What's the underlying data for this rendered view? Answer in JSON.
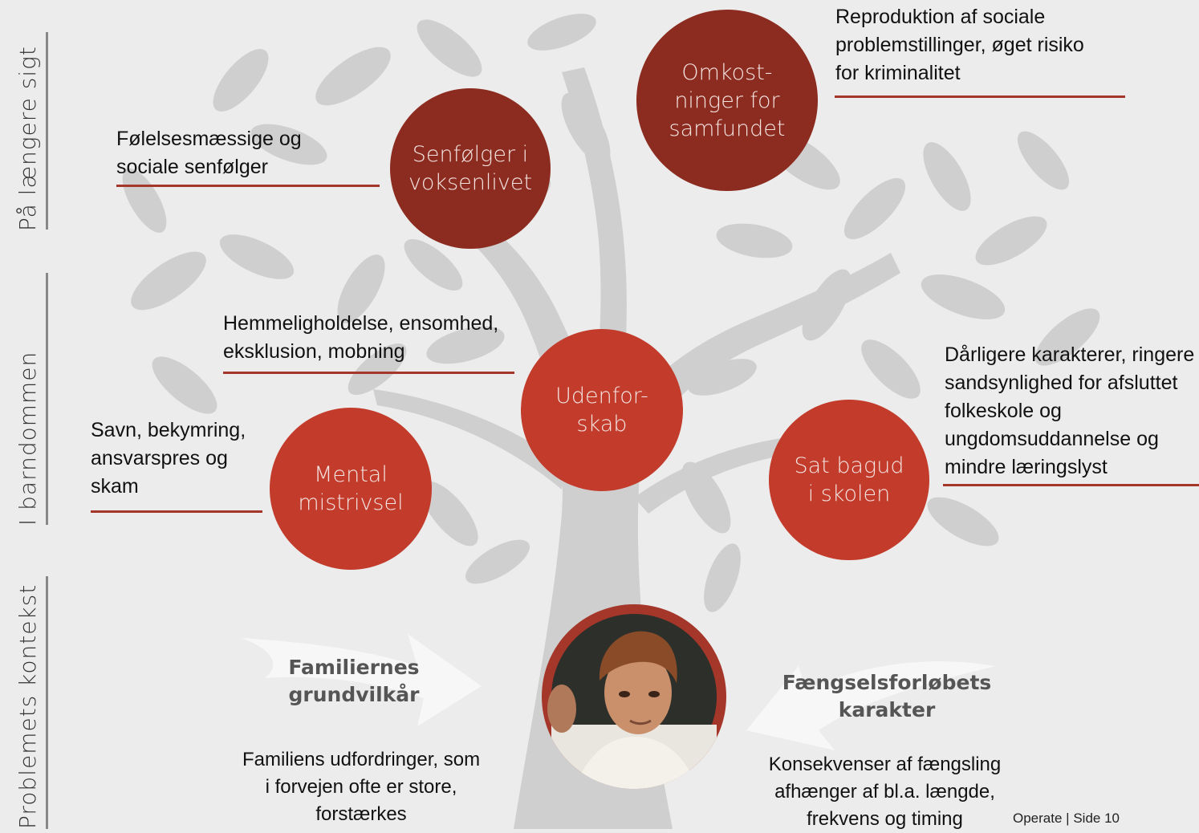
{
  "side_labels": {
    "long_term": "På længere sigt",
    "childhood": "I barndommen",
    "context": "Problemets kontekst"
  },
  "circles": {
    "senfolger": "Senfølger i\nvoksenlivet",
    "omkostninger": "Omkost-\nninger for\nsamfundet",
    "udenforskab": "Udenfor-\nskab",
    "mental": "Mental\nmistrivsel",
    "skolen": "Sat bagud\ni skolen"
  },
  "notes": {
    "senfolger": "Følelsesmæssige og sociale senfølger",
    "omkostninger": "Reproduktion af sociale problemstillinger, øget risiko for kriminalitet",
    "udenforskab": "Hemmeligholdelse, ensomhed, eksklusion, mobning",
    "mental": "Savn, bekymring, ansvarspres og skam",
    "skolen": "Dårligere karakterer, ringere sandsynlighed for afsluttet folkeskole og ungdomsuddannelse og mindre læringslyst"
  },
  "context": {
    "left_title": "Familiernes grundvilkår",
    "left_text": "Familiens udfordringer, som i forvejen ofte er store, forstærkes",
    "right_title": "Fængselsforløbets karakter",
    "right_text": "Konsekvenser af fængsling afhænger af bl.a. længde, frekvens og timing"
  },
  "footer": {
    "brand": "Operate",
    "separator": "|",
    "page_label": "Side",
    "page_number": "10"
  },
  "colors": {
    "dark_red": "#8c2b1f",
    "red": "#c23b2b",
    "tree_gray": "#cfcfcf",
    "background": "#ececec"
  }
}
